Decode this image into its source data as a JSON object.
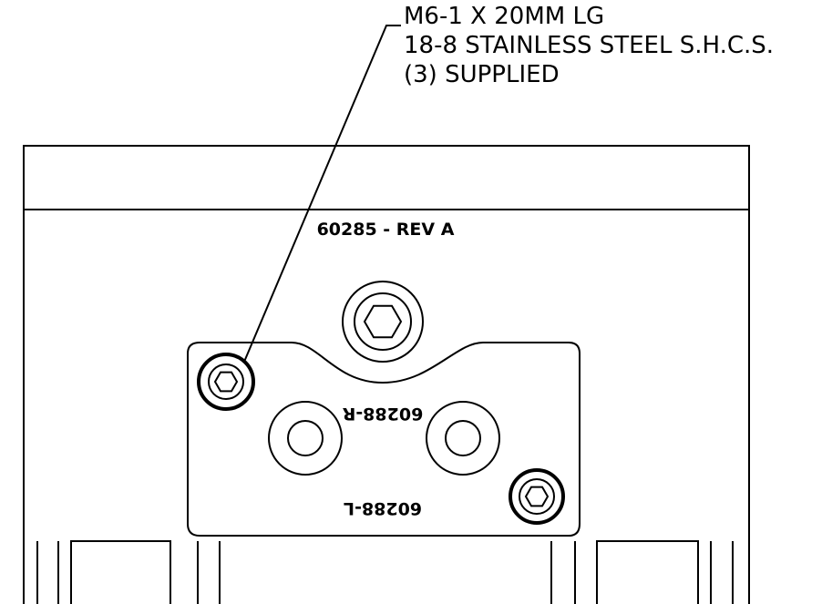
{
  "callout": {
    "line1": "M6-1 X 20MM LG",
    "line2": "18-8 STAINLESS STEEL S.H.C.S.",
    "line3": "(3) SUPPLIED"
  },
  "engravings": {
    "part_rev": "60285 - REV A",
    "part_r": "60288-R",
    "part_l": "60288-L"
  }
}
